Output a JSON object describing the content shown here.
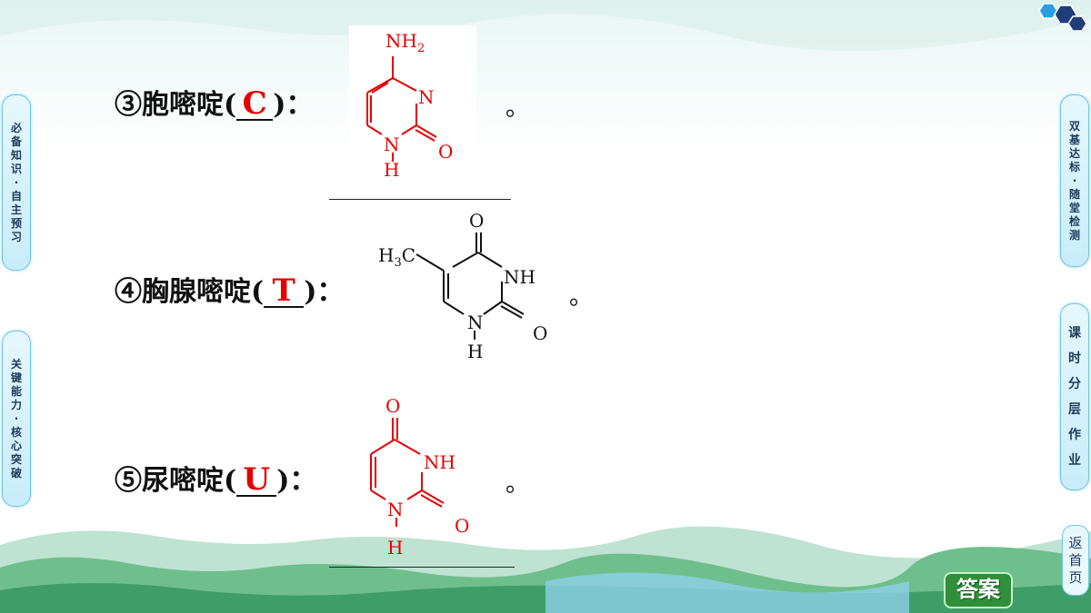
{
  "nav": {
    "left_top": [
      "必",
      "备",
      "知",
      "识",
      "·",
      "自",
      "主",
      "预",
      "习"
    ],
    "left_bottom": [
      "关",
      "键",
      "能",
      "力",
      "·",
      "核",
      "心",
      "突",
      "破"
    ],
    "right_top": [
      "双",
      "基",
      "达",
      "标",
      "·",
      "随",
      "堂",
      "检",
      "测"
    ],
    "right_mid": [
      "课",
      "时",
      "分",
      "层",
      "作",
      "业"
    ],
    "return": [
      "返",
      "首",
      "页"
    ]
  },
  "items": [
    {
      "prefix": "③胞嘧啶(",
      "answer": "C",
      "suffix": ")：",
      "end": "。"
    },
    {
      "prefix": "④胸腺嘧啶(",
      "answer": "T",
      "suffix": ")：",
      "end": "。"
    },
    {
      "prefix": "⑤尿嘧啶(",
      "answer": "U",
      "suffix": ")：",
      "end": "。"
    }
  ],
  "structures": {
    "cytosine": {
      "top": "NH",
      "top_sub": "2",
      "n3": "N",
      "n1": "N",
      "h1": "H",
      "o": "O"
    },
    "thymine": {
      "methyl": "H",
      "methyl_sub": "3",
      "methyl_c": "C",
      "o_top": "O",
      "nh3": "NH",
      "n1": "N",
      "h1": "H",
      "o": "O"
    },
    "uracil": {
      "o_top": "O",
      "nh3": "NH",
      "n1": "N",
      "h1": "H",
      "o": "O"
    }
  },
  "answer_button": "答案",
  "colors": {
    "structure_red": "#e60000",
    "structure_black": "#111111",
    "tab_border": "#6cc6ea"
  }
}
